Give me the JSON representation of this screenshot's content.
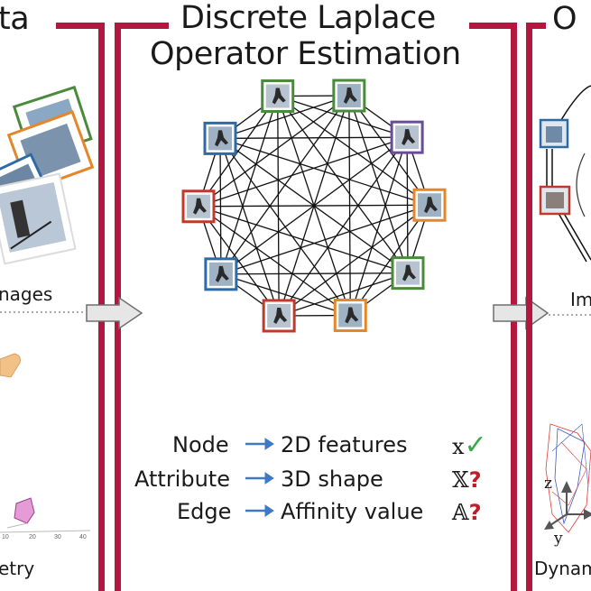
{
  "left_panel": {
    "title_fragment": "ta",
    "images_label": "nages",
    "geometry_label": "etry",
    "axis_ticks": [
      "10",
      "20",
      "30",
      "40"
    ]
  },
  "center_panel": {
    "title_line1": "Discrete Laplace",
    "title_line2": "Operator Estimation",
    "rows": [
      {
        "term": "Node",
        "meaning": "2D features",
        "symbol": "x",
        "status": "✓"
      },
      {
        "term": "Attribute",
        "meaning": "3D shape",
        "symbol": "𝕏",
        "status": "?"
      },
      {
        "term": "Edge",
        "meaning": "Affinity value",
        "symbol": "𝔸",
        "status": "?"
      }
    ]
  },
  "right_panel": {
    "title_fragment": "O",
    "images_label": "Im",
    "dynamics_label": "Dynam",
    "axis_z": "z",
    "axis_y": "y"
  },
  "colors": {
    "frame": "#b3173f",
    "arrow_fill": "#e6e6e6",
    "arrow_stroke": "#6f6f6f",
    "node_borders": [
      "#4a8a3c",
      "#4a8a3c",
      "#6a4c9c",
      "#e5862b",
      "#4a8a3c",
      "#e5862b",
      "#c0392b",
      "#2e6aa6",
      "#c0392b",
      "#2e6aa6"
    ]
  }
}
